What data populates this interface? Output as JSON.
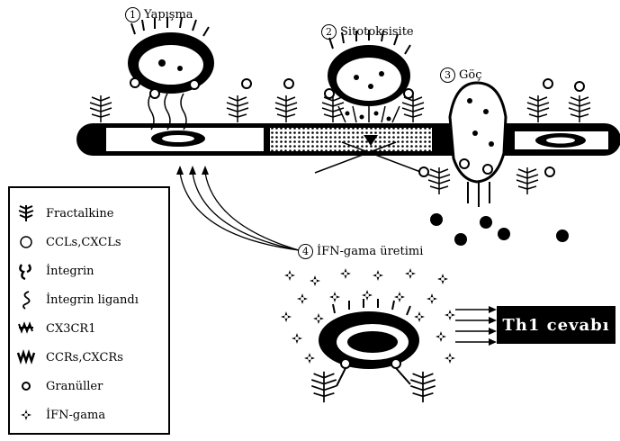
{
  "steps": [
    {
      "num": "1",
      "label": "Yapışma"
    },
    {
      "num": "2",
      "label": "Sitotoksisite"
    },
    {
      "num": "3",
      "label": "Göç"
    },
    {
      "num": "4",
      "label": "İFN-gama üretimi"
    }
  ],
  "response_label": "Th1 cevabı",
  "legend": [
    {
      "icon": "fractalkine-icon",
      "label": "Fractalkine"
    },
    {
      "icon": "open-circle-icon",
      "label": "CCLs,CXCLs"
    },
    {
      "icon": "integrin-icon",
      "label": "İntegrin"
    },
    {
      "icon": "integrin-ligand-icon",
      "label": "İntegrin ligandı"
    },
    {
      "icon": "cx3cr1-icon",
      "label": "CX3CR1"
    },
    {
      "icon": "ccrs-icon",
      "label": "CCRs,CXCRs"
    },
    {
      "icon": "granule-icon",
      "label": "Granüller"
    },
    {
      "icon": "star-icon",
      "label": "İFN-gama"
    }
  ]
}
